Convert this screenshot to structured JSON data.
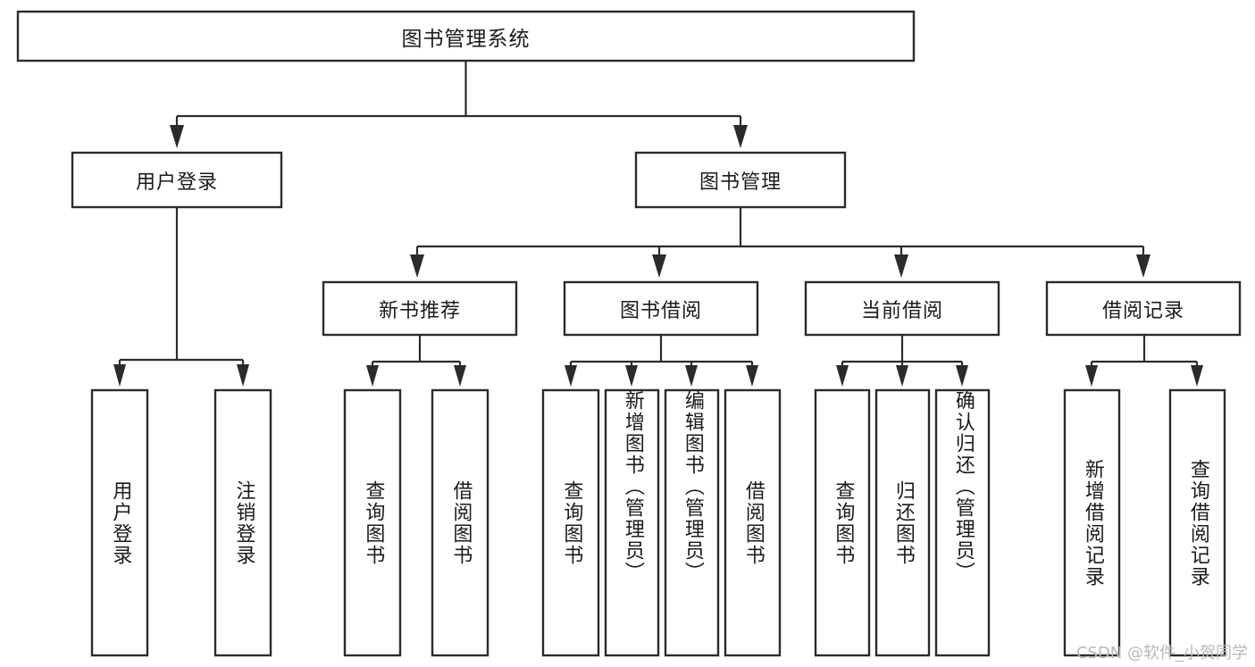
{
  "diagram": {
    "type": "tree-hierarchy",
    "title": "图书管理系统",
    "watermark": "CSDN @软件_小贺同学",
    "colors": {
      "box_stroke": "#2b2b2b",
      "box_fill": "#ffffff",
      "text": "#1b1b1b",
      "connector": "#2b2b2b",
      "watermark": "#b9b9b9",
      "background": "#ffffff"
    },
    "levels": {
      "root": "图书管理系统",
      "level1": [
        "用户登录",
        "图书管理"
      ],
      "level2": [
        "新书推荐",
        "图书借阅",
        "当前借阅",
        "借阅记录"
      ],
      "level3": [
        "用户登录",
        "注销登录",
        "查询图书",
        "借阅图书",
        "查询图书",
        "新增图书（管理员）",
        "编辑图书（管理员）",
        "借阅图书",
        "查询图书",
        "归还图书",
        "确认归还（管理员）",
        "新增借阅记录",
        "查询借阅记录"
      ]
    },
    "nodes": {
      "root": {
        "label": "图书管理系统"
      },
      "user_login": {
        "label": "用户登录"
      },
      "book_manage": {
        "label": "图书管理"
      },
      "new_book_rec": {
        "label": "新书推荐"
      },
      "book_borrow": {
        "label": "图书借阅"
      },
      "current_borrow": {
        "label": "当前借阅"
      },
      "borrow_record": {
        "label": "借阅记录"
      },
      "leaf_user_login": {
        "label": "用户登录"
      },
      "leaf_logout": {
        "label": "注销登录"
      },
      "leaf_query_book_1": {
        "label": "查询图书"
      },
      "leaf_borrow_book_1": {
        "label": "借阅图书"
      },
      "leaf_query_book_2": {
        "label": "查询图书"
      },
      "leaf_add_book_admin": {
        "label": "新增图书（管理员）"
      },
      "leaf_edit_book_admin": {
        "label": "编辑图书（管理员）"
      },
      "leaf_borrow_book_2": {
        "label": "借阅图书"
      },
      "leaf_query_book_3": {
        "label": "查询图书"
      },
      "leaf_return_book": {
        "label": "归还图书"
      },
      "leaf_confirm_return_admin": {
        "label": "确认归还（管理员）"
      },
      "leaf_add_borrow_record": {
        "label": "新增借阅记录"
      },
      "leaf_query_borrow_record": {
        "label": "查询借阅记录"
      }
    },
    "edges": [
      {
        "from": "图书管理系统",
        "to": "用户登录"
      },
      {
        "from": "图书管理系统",
        "to": "图书管理"
      },
      {
        "from": "用户登录",
        "to": "用户登录"
      },
      {
        "from": "用户登录",
        "to": "注销登录"
      },
      {
        "from": "图书管理",
        "to": "新书推荐"
      },
      {
        "from": "图书管理",
        "to": "图书借阅"
      },
      {
        "from": "图书管理",
        "to": "当前借阅"
      },
      {
        "from": "图书管理",
        "to": "借阅记录"
      },
      {
        "from": "新书推荐",
        "to": "查询图书"
      },
      {
        "from": "新书推荐",
        "to": "借阅图书"
      },
      {
        "from": "图书借阅",
        "to": "查询图书"
      },
      {
        "from": "图书借阅",
        "to": "新增图书（管理员）"
      },
      {
        "from": "图书借阅",
        "to": "编辑图书（管理员）"
      },
      {
        "from": "图书借阅",
        "to": "借阅图书"
      },
      {
        "from": "当前借阅",
        "to": "查询图书"
      },
      {
        "from": "当前借阅",
        "to": "归还图书"
      },
      {
        "from": "当前借阅",
        "to": "确认归还（管理员）"
      },
      {
        "from": "借阅记录",
        "to": "新增借阅记录"
      },
      {
        "from": "借阅记录",
        "to": "查询借阅记录"
      }
    ]
  }
}
